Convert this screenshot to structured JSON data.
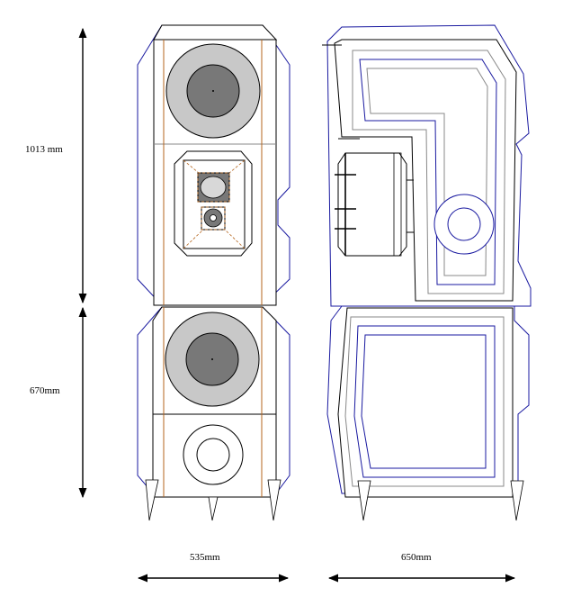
{
  "dimensions": {
    "upper_height": "1013 mm",
    "lower_height": "670mm",
    "front_width": "535mm",
    "side_depth": "650mm"
  },
  "colors": {
    "outline": "#000000",
    "blue_edge": "#1a1aa0",
    "orange_line": "#b5651d",
    "grey_line": "#888888",
    "woofer_outer": "#c8c8c8",
    "woofer_cone": "#787878",
    "driver_light": "#d8d8d8"
  }
}
